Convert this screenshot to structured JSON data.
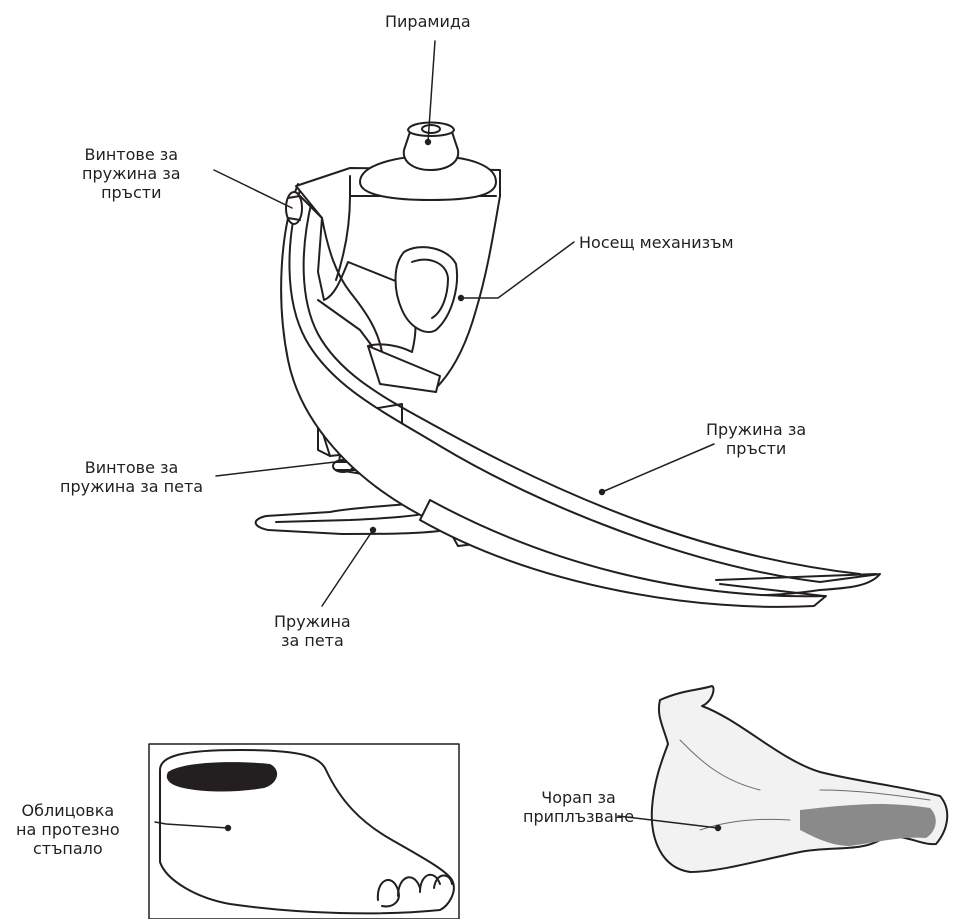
{
  "labels": {
    "pyramid": [
      "Пирамида"
    ],
    "toe_screws": [
      "Винтове за",
      "пружина за",
      "пръсти"
    ],
    "carrier": [
      "Носещ механизъм"
    ],
    "toe_spring": [
      "Пружина за",
      "пръсти"
    ],
    "heel_screws": [
      "Винтове за",
      "пружина за пета"
    ],
    "heel_spring": [
      "Пружина",
      "за пета"
    ],
    "foot_shell": [
      "Облицовка",
      "на протезно",
      "стъпало"
    ],
    "sock": [
      "Чорап за",
      "приплъзване"
    ]
  },
  "colors": {
    "ink": "#231f20",
    "background": "#ffffff",
    "sock_shade": "#8a8a8a"
  }
}
